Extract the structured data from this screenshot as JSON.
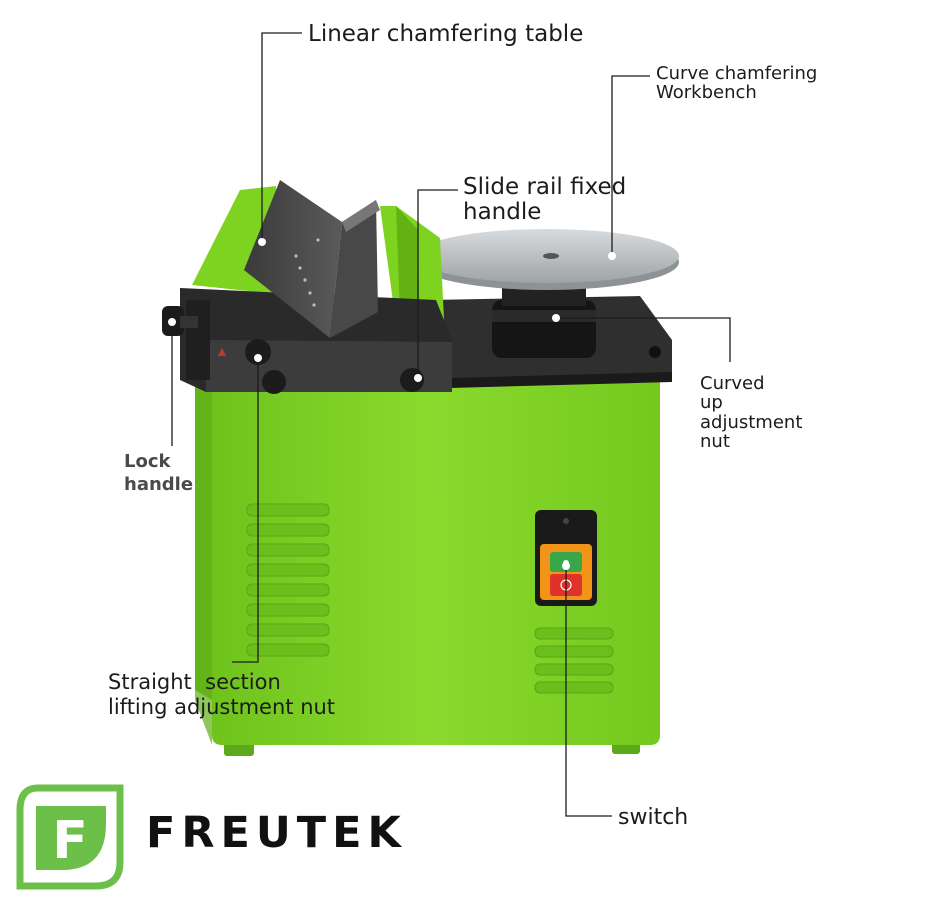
{
  "labels": {
    "linear_table": "Linear chamfering table",
    "curve_workbench": [
      "Curve chamfering",
      "Workbench"
    ],
    "slide_rail": [
      "Slide rail fixed",
      "handle"
    ],
    "curved_nut": [
      "Curved",
      "up",
      "adjustment",
      "nut"
    ],
    "lock_handle": [
      "Lock",
      "handle"
    ],
    "straight_nut": [
      "Straight  section",
      "lifting adjustment nut"
    ],
    "switch": "switch"
  },
  "brand": {
    "name": "FREUTEK",
    "logo_letter": "F"
  },
  "colors": {
    "machine_green": "#7ed321",
    "brand_green": "#6cc04a",
    "dark_metal": "#2b2b2b",
    "plate_grey": "#bfc3c6",
    "switch_orange": "#f29418",
    "switch_red": "#e0312b",
    "switch_green": "#3aa64a"
  }
}
